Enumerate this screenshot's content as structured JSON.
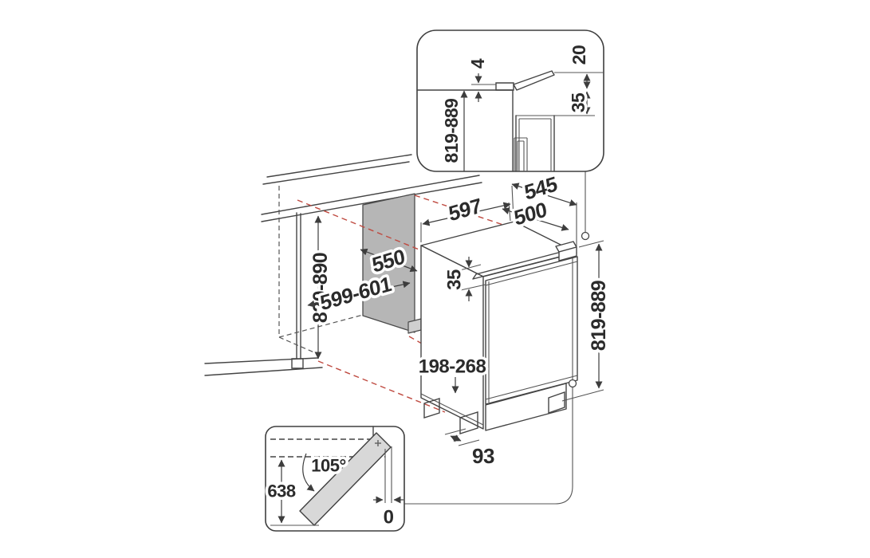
{
  "diagram_title": "built-under appliance installation dimensions",
  "dims": {
    "inset_flap_gap": "4",
    "inset_vent_height": "20",
    "inset_top_clearance": "35",
    "inset_overall_height": "819-889",
    "worktop_depth": "545",
    "recess_depth": "500",
    "appliance_width": "597",
    "panel_depth": "550",
    "niche_width": "599-601",
    "niche_height": "820-890",
    "top_edge_gap": "35",
    "plinth_height": "198-268",
    "appliance_height": "819-889",
    "plinth_recess": "93",
    "door_open_angle": "105°",
    "hinge_height": "638",
    "zero_side_gap": "0"
  },
  "marks": {
    "door_pivot": "+"
  },
  "colors": {
    "line": "#444444",
    "alignment_red": "#bf4a40",
    "niche_panel_gray": "#b6b6b6",
    "open_door_gray": "#d8d8d8",
    "background": "#ffffff"
  }
}
